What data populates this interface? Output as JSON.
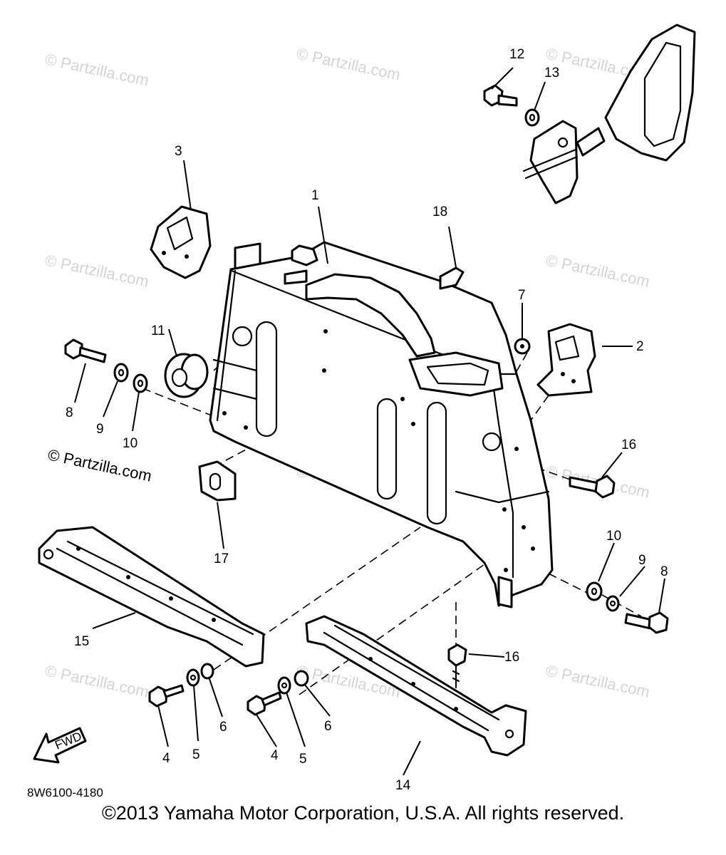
{
  "diagram": {
    "callouts": {
      "c1": "1",
      "c2": "2",
      "c3": "3",
      "c4a": "4",
      "c4b": "4",
      "c5a": "5",
      "c5b": "5",
      "c6a": "6",
      "c6b": "6",
      "c7": "7",
      "c8a": "8",
      "c8b": "8",
      "c9a": "9",
      "c9b": "9",
      "c10a": "10",
      "c10b": "10",
      "c11": "11",
      "c12": "12",
      "c13": "13",
      "c14": "14",
      "c15": "15",
      "c16a": "16",
      "c16b": "16",
      "c17": "17",
      "c18": "18"
    },
    "watermark": "© Partzilla.com",
    "watermark_main": "© Partzilla.com",
    "drawing_code": "8W6100-4180",
    "fwd_label": "FWD"
  },
  "footer": {
    "copyright": "©2013  Yamaha Motor Corporation, U.S.A. All rights reserved."
  },
  "colors": {
    "ink": "#000000",
    "watermark": "#d4d4d4",
    "background": "#ffffff"
  }
}
